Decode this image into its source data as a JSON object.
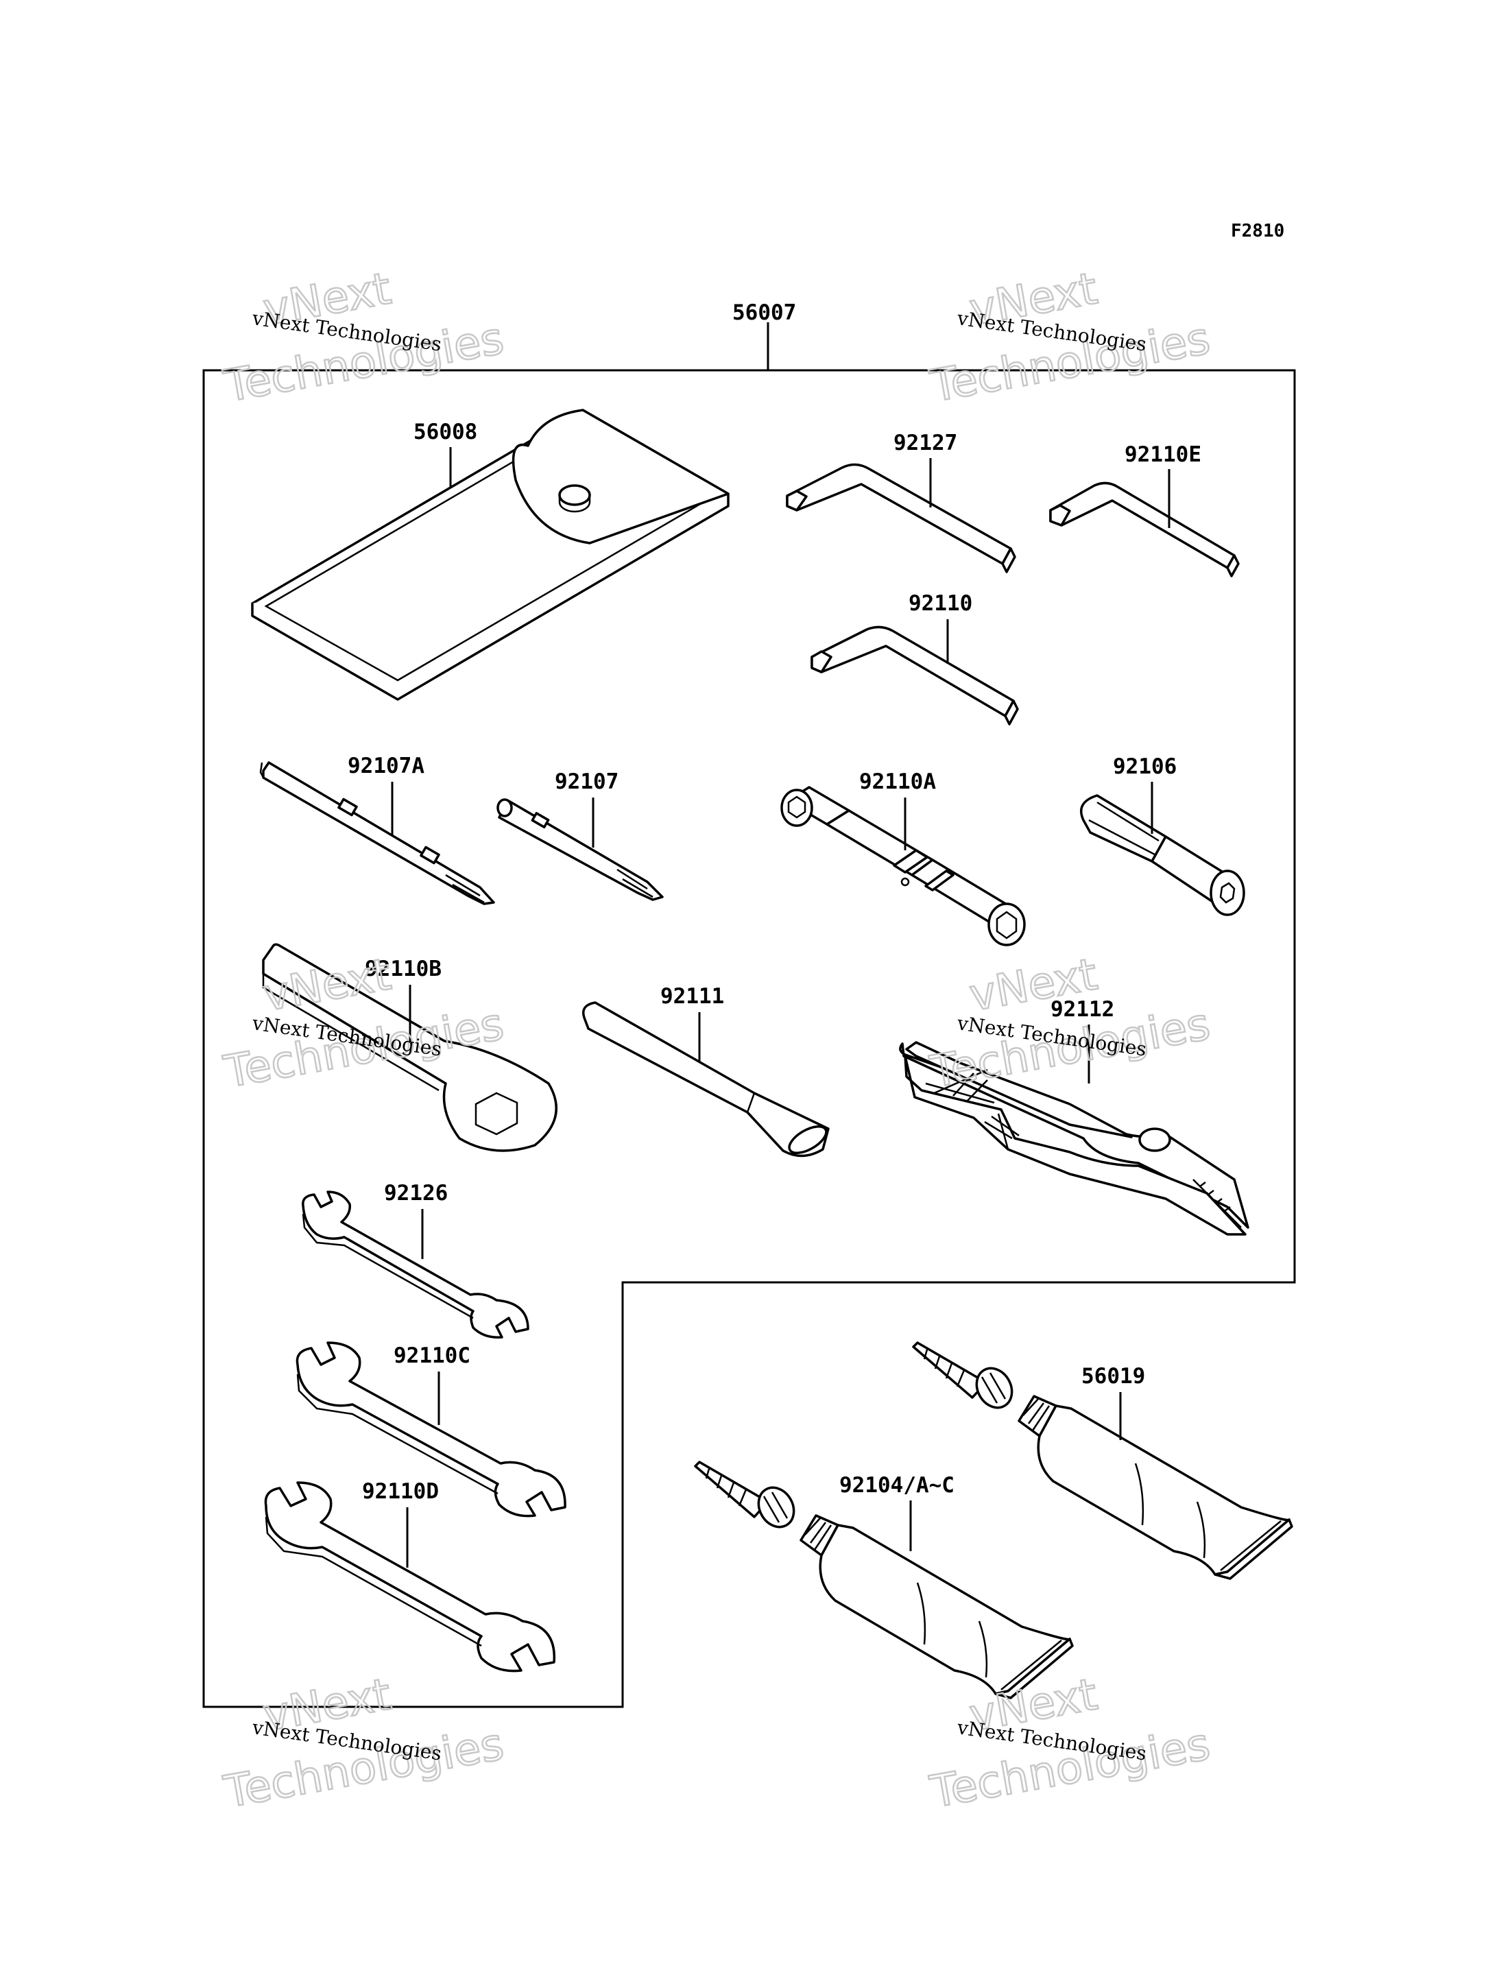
{
  "figure_code": "F2810",
  "parts": {
    "kit": "56007",
    "pouch": "56008",
    "hex_wrench_a": "92127",
    "hex_wrench_e": "92110E",
    "hex_wrench": "92110",
    "screwdriver_a": "92107A",
    "screwdriver": "92107",
    "socket_tool": "92110A",
    "handle": "92106",
    "ring_spanner": "92110B",
    "bar": "92111",
    "pliers": "92112",
    "spanner_a": "92126",
    "spanner_c": "92110C",
    "spanner_d": "92110D",
    "grease_tube": "56019",
    "adhesive_tube": "92104/A~C"
  },
  "watermark": {
    "line1": "vNext",
    "line2": "Technologies",
    "small": "vNext Technologies"
  }
}
